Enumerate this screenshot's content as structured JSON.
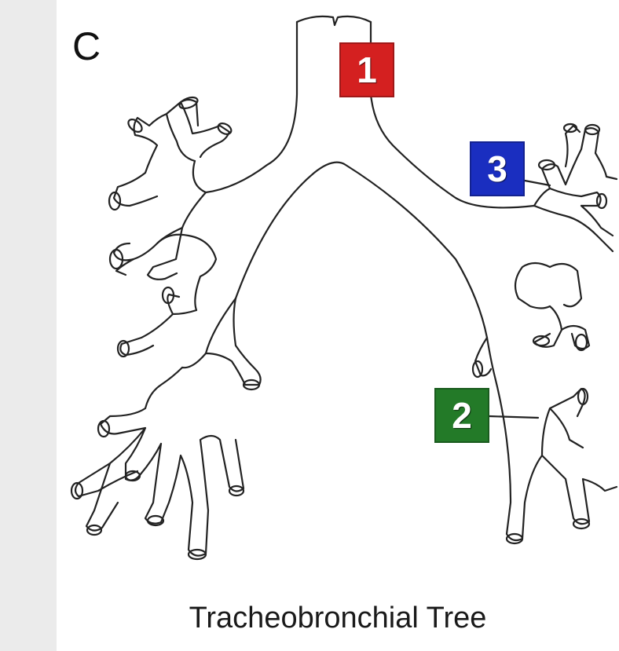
{
  "panel_letter": "C",
  "caption": "Tracheobronchial Tree",
  "markers": [
    {
      "label": "1",
      "color": "#d42020"
    },
    {
      "label": "2",
      "color": "#237a28"
    },
    {
      "label": "3",
      "color": "#1a2ec0"
    }
  ]
}
